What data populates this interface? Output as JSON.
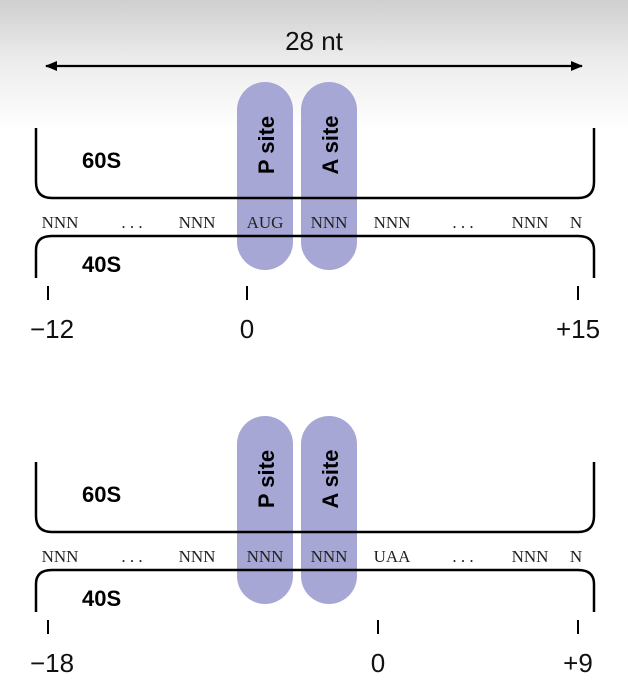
{
  "header": {
    "length_label": "28 nt"
  },
  "panels": [
    {
      "id": "initiation",
      "subunit_large": "60S",
      "subunit_small": "40S",
      "site_labels": [
        "P site",
        "A site"
      ],
      "sequence": [
        "NNN",
        ". . .",
        "NNN",
        "AUG",
        "NNN",
        "NNN",
        ". . .",
        "NNN",
        "N"
      ],
      "tick_labels": [
        "−12",
        "0",
        "+15"
      ]
    },
    {
      "id": "termination",
      "subunit_large": "60S",
      "subunit_small": "40S",
      "site_labels": [
        "P site",
        "A site"
      ],
      "sequence": [
        "NNN",
        ". . .",
        "NNN",
        "NNN",
        "NNN",
        "UAA",
        ". . .",
        "NNN",
        "N"
      ],
      "tick_labels": [
        "−18",
        "0",
        "+9"
      ]
    }
  ],
  "colors": {
    "site_fill": "#a7a7d6",
    "line": "#000000"
  }
}
